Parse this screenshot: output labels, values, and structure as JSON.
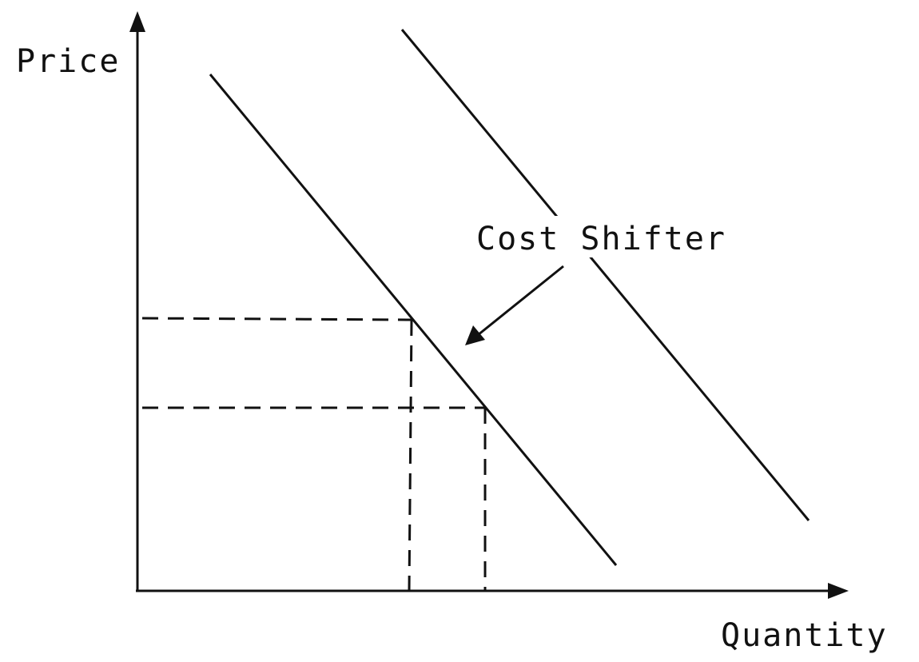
{
  "labels": {
    "y_axis": "Price",
    "x_axis": "Quantity",
    "annotation": "Cost Shifter"
  },
  "colors": {
    "ink": "#111111",
    "background": "#ffffff"
  }
}
